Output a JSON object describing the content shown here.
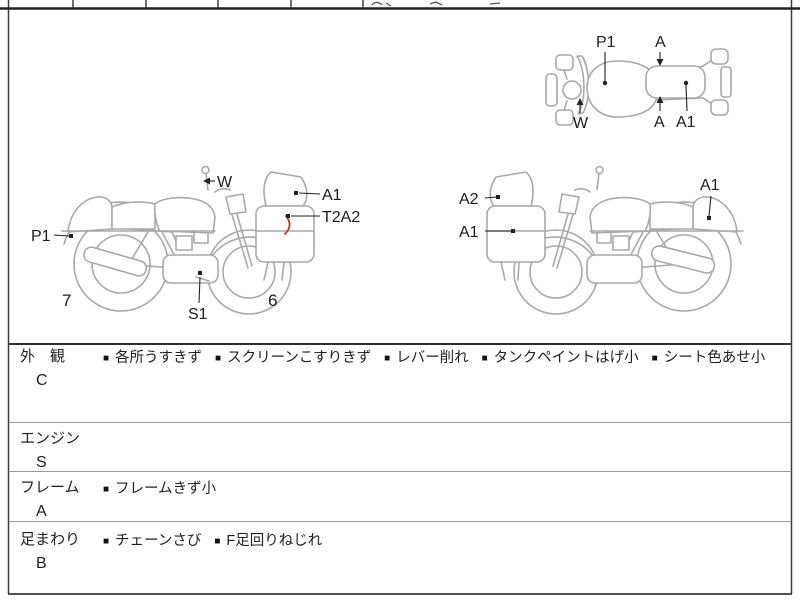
{
  "page": {
    "background": "#ffffff",
    "description_colors": {
      "line_art_gray": "#a9a9a9",
      "label_text": "#1c1c1c",
      "border_dark": "#2f2f2f",
      "row_divider": "#999999",
      "defect_mark_red": "#c0392b"
    }
  },
  "annotations": {
    "top_view": {
      "p1": "P1",
      "a_top": "A",
      "w": "W",
      "a_bottom": "A",
      "a1": "A1"
    },
    "left_view": {
      "w": "W",
      "a1": "A1",
      "t2a2": "T2A2",
      "p1": "P1",
      "n7": "7",
      "s1": "S1",
      "n6": "6"
    },
    "right_view": {
      "a2": "A2",
      "a1_screen": "A1",
      "a1_tail": "A1"
    }
  },
  "condition_table": {
    "bullet": "■",
    "rows": [
      {
        "category": "外　観",
        "grade": "C",
        "items": [
          "各所うすきず",
          "スクリーンこすりきず",
          "レバー削れ",
          "タンクペイントはげ小",
          "シート色あせ小"
        ]
      },
      {
        "category": "エンジン",
        "grade": "S",
        "items": []
      },
      {
        "category": "フレーム",
        "grade": "A",
        "items": [
          "フレームきず小"
        ]
      },
      {
        "category": "足まわり",
        "grade": "B",
        "items": [
          "チェーンさび",
          "F足回りねじれ"
        ]
      }
    ]
  }
}
